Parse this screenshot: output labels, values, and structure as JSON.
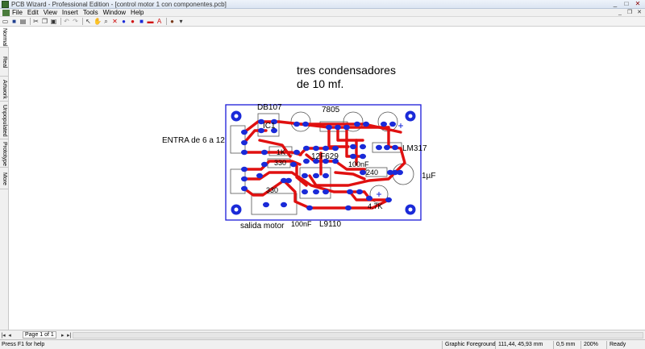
{
  "window": {
    "title": "PCB Wizard - Professional Edition - [control motor 1 con componentes.pcb]",
    "minimize": "_",
    "maximize": "□",
    "close": "✕"
  },
  "menu": {
    "items": [
      "File",
      "Edit",
      "View",
      "Insert",
      "Tools",
      "Window",
      "Help"
    ],
    "mdi_minimize": "_",
    "mdi_restore": "❐",
    "mdi_close": "✕"
  },
  "toolbar": {
    "buttons": [
      "new",
      "save",
      "print",
      "cut",
      "copy",
      "paste",
      "undo",
      "redo",
      "select",
      "pan",
      "zoom",
      "wire",
      "pad",
      "track",
      "component",
      "text",
      "measure",
      "drill"
    ]
  },
  "sidetabs": [
    "Normal",
    "Real World",
    "Artwork",
    "Unpopulated",
    "Prototype",
    "More"
  ],
  "canvas": {
    "heading_line1": "tres condensadores",
    "heading_line2": "de 10 mf.",
    "labels": {
      "db107": "DB107",
      "v7805": "7805",
      "ic1": "IC1",
      "entra": "ENTRA de 6 a 12",
      "r1k": "1K",
      "chip": "12F629",
      "lm317": "LM317",
      "r330a": "330",
      "c100nf_top": "100nF",
      "r240": "240",
      "c1uf": "1µF",
      "r330b": "330",
      "r47k": "4.7K",
      "salida": "salida motor",
      "c100nf_bot": "100nF",
      "l9110": "L9110"
    }
  },
  "pagebar": {
    "page_label": "Page 1 of 1"
  },
  "status": {
    "help": "Press F1 for help",
    "layer": "Graphic Foreground",
    "coords": "111,44, 45,93 mm",
    "grid": "0,5 mm",
    "zoom": "200%",
    "state": "Ready"
  },
  "colors": {
    "board_outline": "#1a1ad8",
    "track": "#e01010",
    "pad": "#1a2ad8",
    "silkscreen": "#000000"
  }
}
